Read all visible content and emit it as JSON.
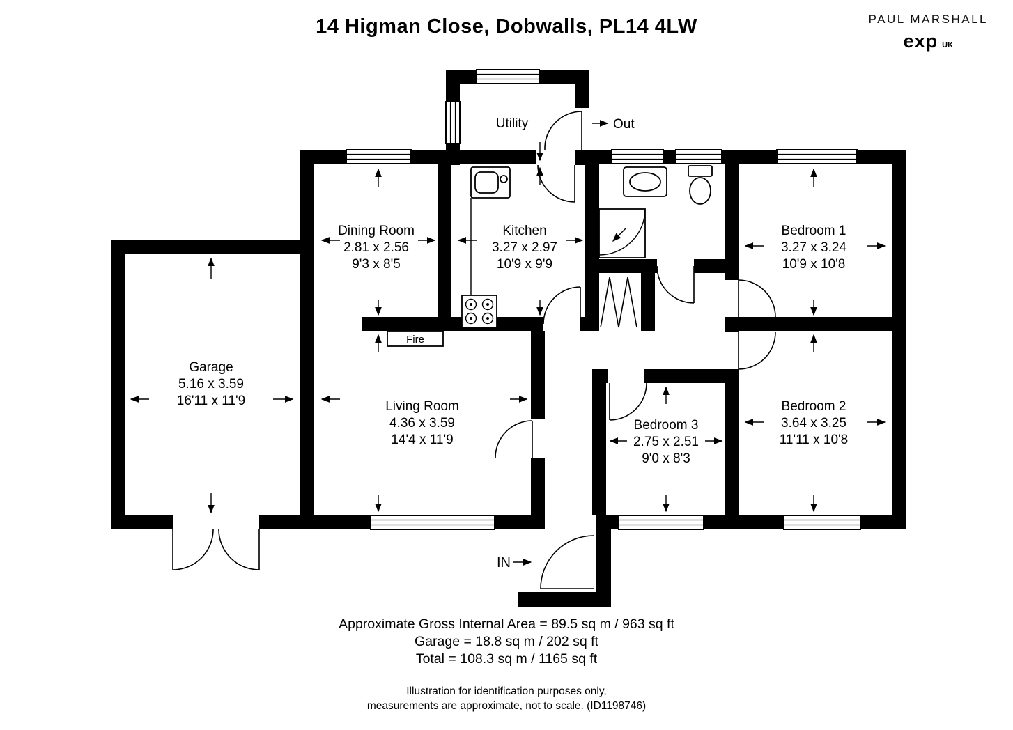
{
  "header": {
    "title": "14 Higman Close, Dobwalls, PL14 4LW",
    "brand": {
      "name": "PAUL MARSHALL",
      "logo_text": "exp",
      "region": "UK"
    }
  },
  "plan": {
    "rooms": {
      "utility": {
        "name": "Utility"
      },
      "dining": {
        "name": "Dining Room",
        "metric": "2.81 x 2.56",
        "imperial": "9'3 x 8'5"
      },
      "kitchen": {
        "name": "Kitchen",
        "metric": "3.27 x 2.97",
        "imperial": "10'9 x 9'9"
      },
      "bedroom1": {
        "name": "Bedroom 1",
        "metric": "3.27 x 3.24",
        "imperial": "10'9 x 10'8"
      },
      "garage": {
        "name": "Garage",
        "metric": "5.16 x 3.59",
        "imperial": "16'11 x 11'9"
      },
      "living": {
        "name": "Living Room",
        "metric": "4.36 x 3.59",
        "imperial": "14'4 x 11'9"
      },
      "bedroom3": {
        "name": "Bedroom 3",
        "metric": "2.75 x 2.51",
        "imperial": "9'0 x 8'3"
      },
      "bedroom2": {
        "name": "Bedroom 2",
        "metric": "3.64 x 3.25",
        "imperial": "11'11 x 10'8"
      }
    },
    "annotations": {
      "fire": "Fire",
      "out": "Out",
      "entrance": "IN"
    }
  },
  "footer": {
    "gross_area": "Approximate Gross Internal Area = 89.5 sq m / 963 sq ft",
    "garage_area": "Garage = 18.8 sq m / 202 sq ft",
    "total_area": "Total = 108.3 sq m / 1165 sq ft",
    "disclaimer1": "Illustration for identification purposes only,",
    "disclaimer2": "measurements are approximate, not to scale. (ID1198746)"
  },
  "colors": {
    "wall": "#000000",
    "background": "#ffffff",
    "text": "#000000"
  }
}
